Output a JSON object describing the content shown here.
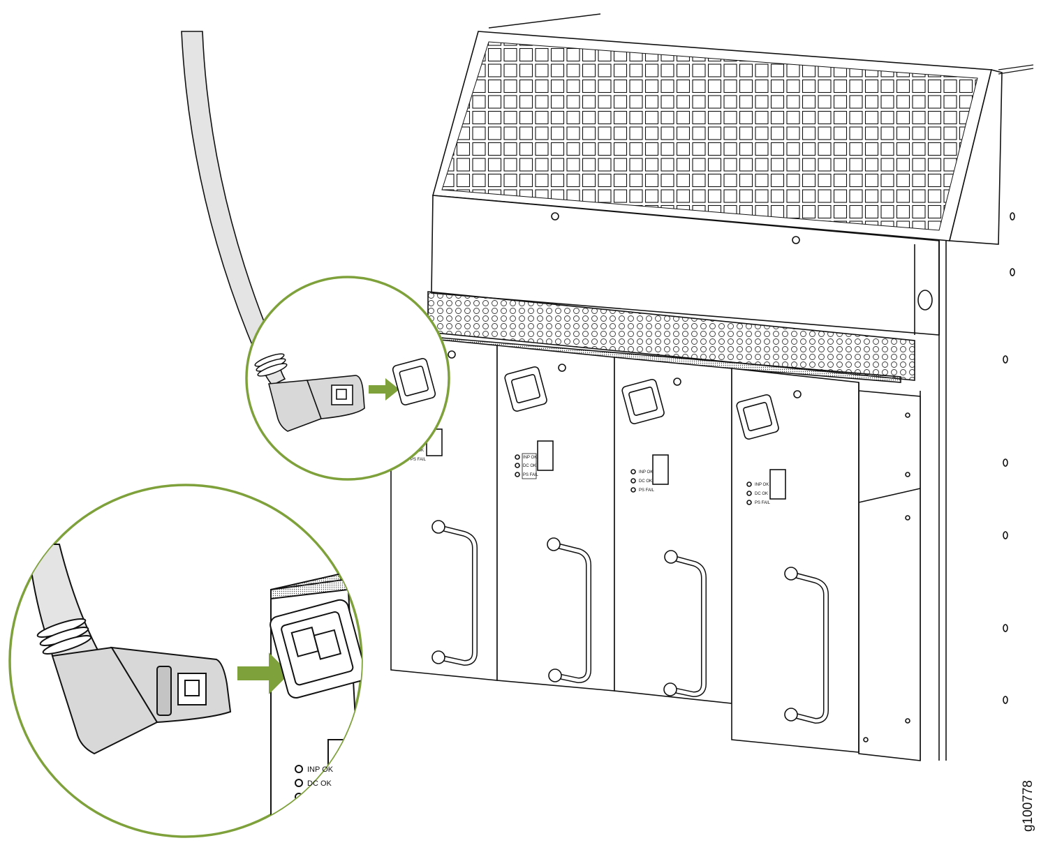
{
  "colors": {
    "accent_green": "#7fa13b",
    "line": "#111111",
    "cable_fill": "#e4e4e4",
    "connector_fill": "#d8d8d8",
    "background": "#ffffff"
  },
  "icons": [
    "power-cord-plug-icon",
    "insert-arrow-icon",
    "psu-power-inlet-icon",
    "psu-power-switch-icon",
    "psu-status-led-icon",
    "psu-handle-icon"
  ],
  "psu_led_labels": [
    "INP OK",
    "DC OK",
    "PS FAIL"
  ],
  "zoom_led_labels": [
    "INP OK",
    "DC OK"
  ],
  "figure_id": "g100778"
}
